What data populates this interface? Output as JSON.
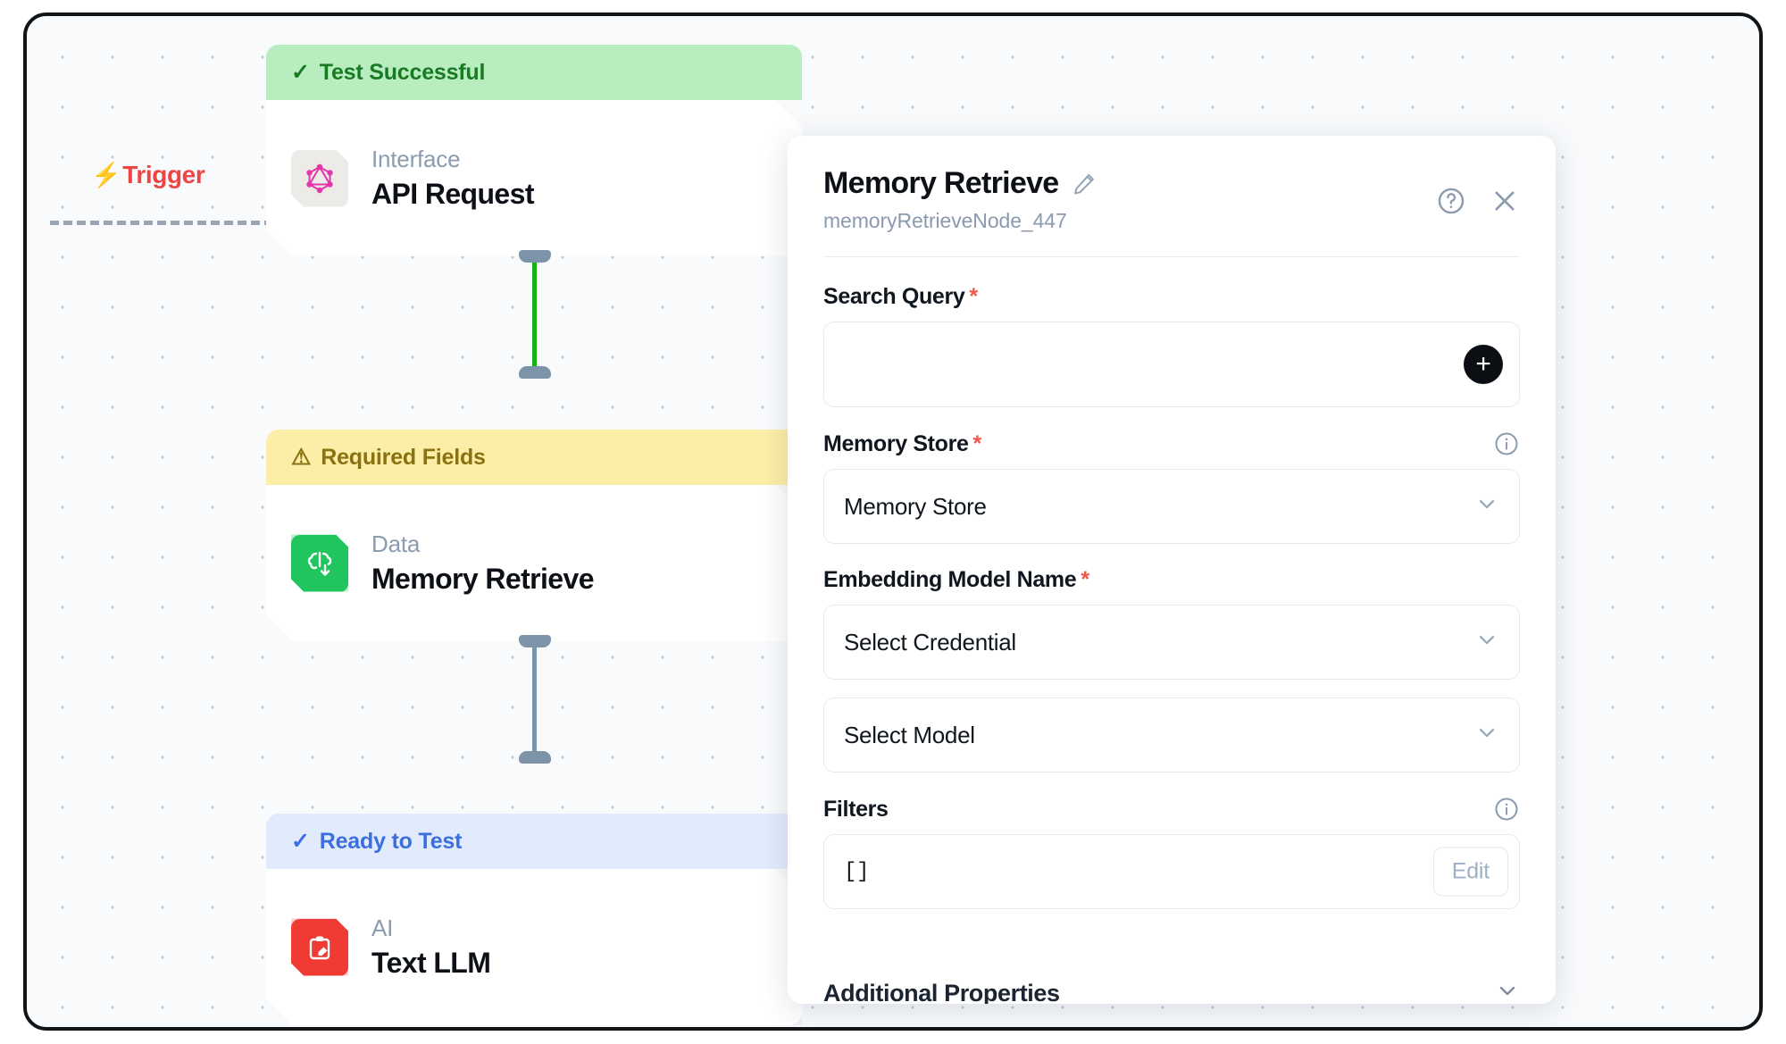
{
  "canvas": {
    "trigger": {
      "label": "Trigger",
      "icon": "lightning-bolt-icon",
      "color": "#ef4444"
    }
  },
  "nodes": [
    {
      "status": "Test Successful",
      "status_icon": "check-icon",
      "category": "Interface",
      "title": "API Request",
      "icon": "graphql-icon",
      "icon_color": "#e535ab"
    },
    {
      "status": "Required Fields",
      "status_icon": "warning-triangle-icon",
      "category": "Data",
      "title": "Memory Retrieve",
      "icon": "brain-download-icon",
      "icon_color": "#21c55d"
    },
    {
      "status": "Ready to Test",
      "status_icon": "check-icon",
      "category": "AI",
      "title": "Text LLM",
      "icon": "clipboard-pencil-icon",
      "icon_color": "#ef3b34"
    }
  ],
  "edges": [
    {
      "from": "API Request",
      "to": "Memory Retrieve",
      "color": "#15b015"
    },
    {
      "from": "Memory Retrieve",
      "to": "Text LLM",
      "color": "#7d93a8"
    }
  ],
  "panel": {
    "title": "Memory Retrieve",
    "subtitle": "memoryRetrieveNode_447",
    "edit_icon": "pencil-icon",
    "help_icon": "help-circle-icon",
    "close_icon": "close-icon",
    "fields": {
      "search_query": {
        "label": "Search Query",
        "required": "*",
        "value": "",
        "add_button": "+"
      },
      "memory_store": {
        "label": "Memory Store",
        "required": "*",
        "info_icon": "info-circle-icon",
        "value": "Memory Store"
      },
      "embedding_model": {
        "label": "Embedding Model Name",
        "required": "*",
        "credential_value": "Select Credential",
        "model_value": "Select Model"
      },
      "filters": {
        "label": "Filters",
        "info_icon": "info-circle-icon",
        "value": "[]",
        "edit_label": "Edit"
      }
    },
    "additional_properties": {
      "label": "Additional Properties",
      "chevron": "chevron-down-icon"
    }
  }
}
